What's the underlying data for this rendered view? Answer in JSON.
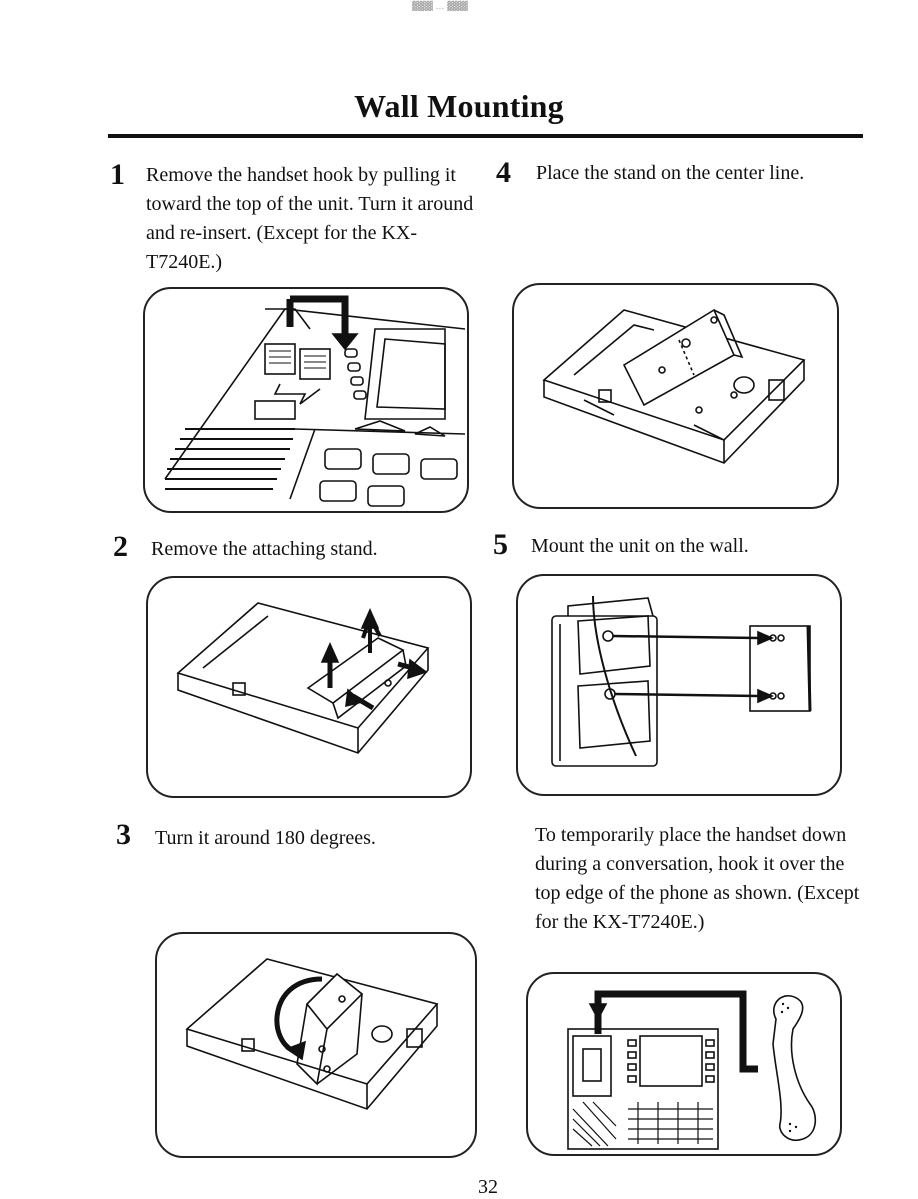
{
  "title": "Wall Mounting",
  "page_number": "32",
  "header_marks": "▓▓▓  ... ▓▓▓",
  "steps": [
    {
      "number": "1",
      "text": "Remove the handset hook by pulling it toward the top of the unit. Turn it around and re-insert. (Except for the KX-T7240E.)"
    },
    {
      "number": "2",
      "text": "Remove the attaching stand."
    },
    {
      "number": "3",
      "text": "Turn it around 180 degrees."
    },
    {
      "number": "4",
      "text": "Place the stand on the center line."
    },
    {
      "number": "5",
      "text": "Mount the unit on the wall."
    }
  ],
  "note": "To temporarily place the handset down during a conversation, hook it over the top edge of the phone as shown. (Except for the KX-T7240E.)",
  "illustrations": {
    "step1": "handset-hook-diagram",
    "step2": "remove-stand-diagram",
    "step3": "rotate-stand-diagram",
    "step4": "stand-center-line-diagram",
    "step5": "wall-mount-diagram",
    "note": "handset-hang-diagram"
  }
}
